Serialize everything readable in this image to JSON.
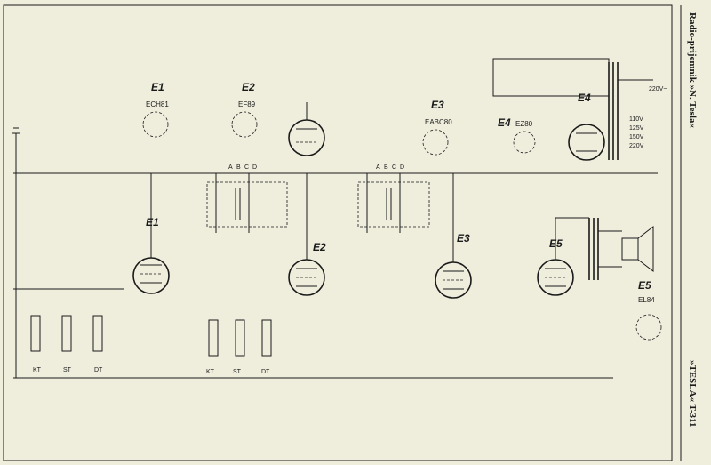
{
  "side_title_top": "Radio-prijemnik »N. Tesla«",
  "side_title_bottom": "»TESLA« T-311",
  "tubes": [
    {
      "label": "E1",
      "type": "ECH81"
    },
    {
      "label": "E2",
      "type": "EF89"
    },
    {
      "label": "E3",
      "type": "EABC80"
    },
    {
      "label": "E4",
      "type": "EZ80"
    },
    {
      "label": "E5",
      "type": "EL84"
    }
  ],
  "band_labels": [
    "KT",
    "ST",
    "DT"
  ],
  "if_transformer_terminals": [
    "A",
    "B",
    "C",
    "D"
  ],
  "mains_voltages": [
    "110V",
    "125V",
    "150V",
    "220V"
  ],
  "mains_label": "220V~",
  "colors": {
    "paper": "#efeedd",
    "ink": "#1a1a1a"
  }
}
